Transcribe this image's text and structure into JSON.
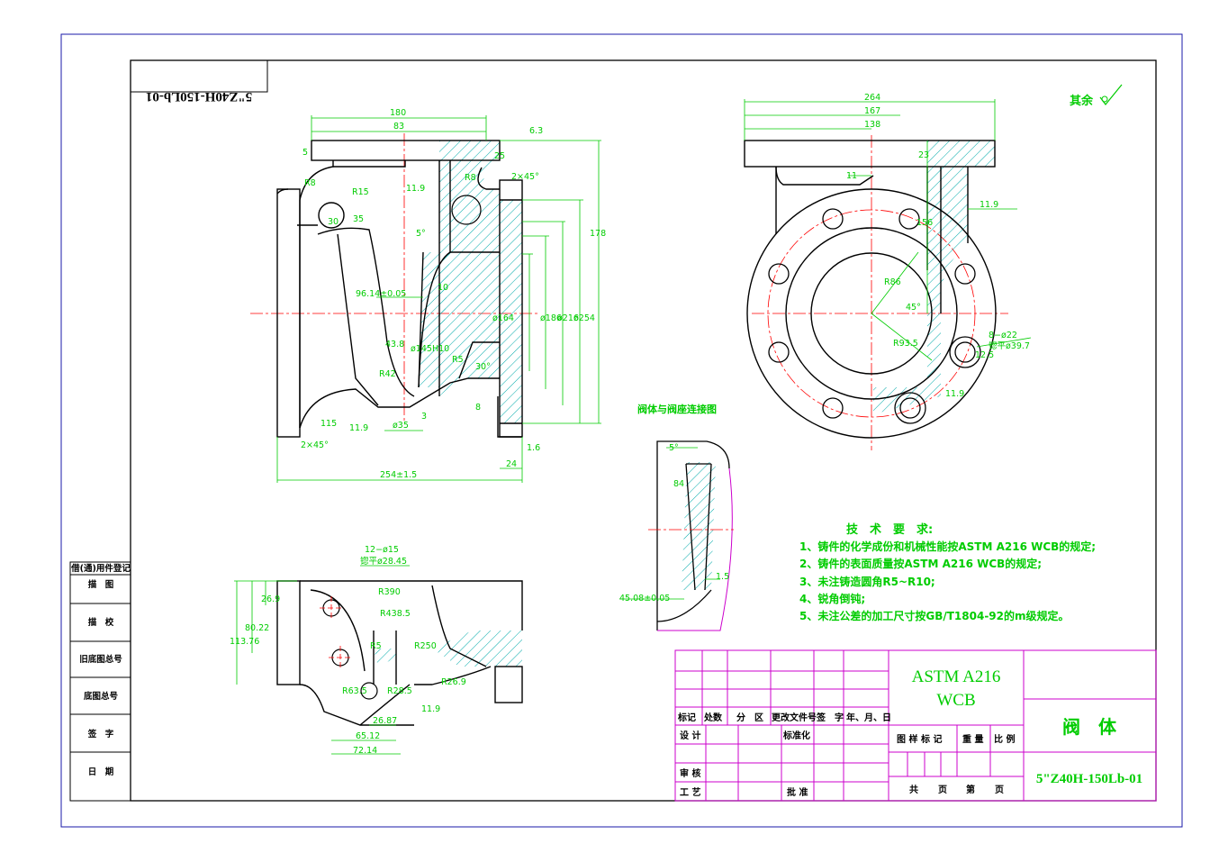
{
  "colors": {
    "frame": "#1a1aa8",
    "line": "#000000",
    "dim": "#00cc00",
    "center": "#ff0000",
    "hatch": "#00aaaa",
    "title_block": "#cc00cc",
    "title_text": "#00cc00"
  },
  "header": {
    "mirrored_code": "5\"Z40H-150Lb-01"
  },
  "roughness_note": "其余",
  "left_side_table": {
    "title": "借(通)用件登记",
    "rows": [
      "描　图",
      "描　校",
      "旧底图总号",
      "底图总号",
      "签　字",
      "日　期"
    ]
  },
  "front_view": {
    "dims": [
      "180",
      "83",
      "5",
      "R8",
      "R15",
      "30",
      "35",
      "11.9",
      "R8",
      "25",
      "2×45°",
      "6.3",
      "178",
      "5°",
      "96.14±0.05",
      "ø145H10",
      "10",
      "43.8",
      "R42",
      "ø164",
      "ø186",
      "ø216",
      "ø254",
      "30°",
      "R5",
      "ø35",
      "3",
      "8",
      "1.6",
      "24",
      "2×45°",
      "254±1.5",
      "115",
      "11.9"
    ]
  },
  "side_view": {
    "dims": [
      "264",
      "167",
      "138",
      "23",
      "11",
      "11.9",
      "156",
      "R86",
      "45°",
      "R93.5",
      "8−ø22",
      "锪平ø39.7",
      "12.5",
      "11.9"
    ]
  },
  "detail_view": {
    "title": "阀体与阀座连接图",
    "dims": [
      "5°",
      "84",
      "1.5",
      "45.08±0.05"
    ]
  },
  "top_view": {
    "dims": [
      "12−ø15",
      "锪平ø28.45",
      "26.9",
      "80.22",
      "113.76",
      "R390",
      "R438.5",
      "R250",
      "R5",
      "R28.5",
      "R63.5",
      "R26.9",
      "11.9",
      "26.87",
      "65.12",
      "72.14"
    ]
  },
  "tech_requirements": {
    "title": "技　术　要　求:",
    "items": [
      "1、铸件的化学成份和机械性能按ASTM A216 WCB的规定;",
      "2、铸件的表面质量按ASTM A216 WCB的规定;",
      "3、未注铸造圆角R5~R10;",
      "4、锐角倒钝;",
      "5、未注公差的加工尺寸按GB/T1804-92的m级规定。"
    ]
  },
  "title_block": {
    "material_line1": "ASTM A216",
    "material_line2": "WCB",
    "part_name": "阀　体",
    "drawing_number": "5\"Z40H-150Lb-01",
    "rev_headers": [
      "标记",
      "处数",
      "分　区",
      "更改文件号",
      "签　字",
      "年、月、日"
    ],
    "labels": {
      "design": "设 计",
      "standardize": "标准化",
      "check": "审 核",
      "process": "工 艺",
      "approve": "批 准",
      "stage_mark": "图 样 标 记",
      "weight": "重 量",
      "scale": "比 例",
      "total": "共",
      "sheet_unit1": "页",
      "sheet": "第",
      "sheet_unit2": "页"
    }
  }
}
